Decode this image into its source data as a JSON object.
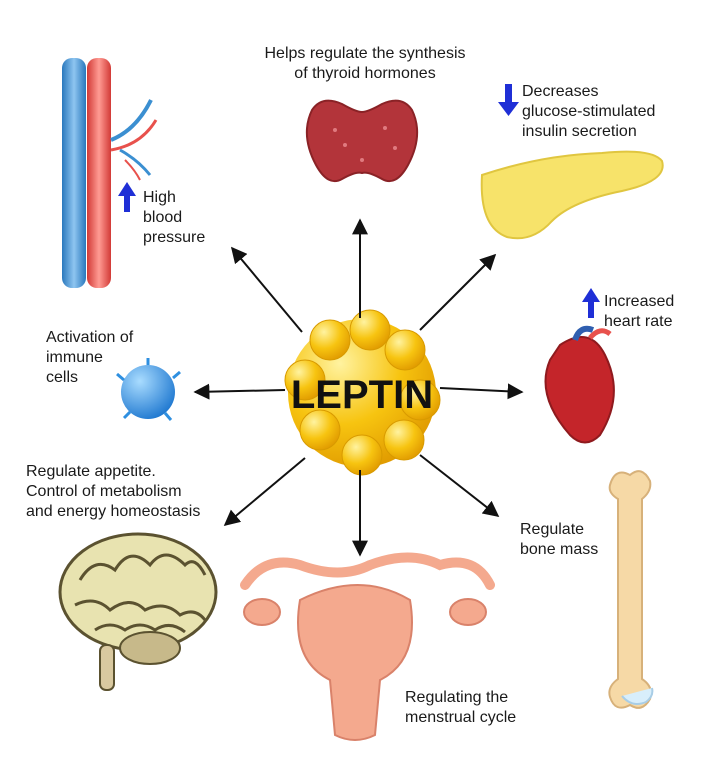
{
  "center": {
    "title": "LEPTIN"
  },
  "effects": [
    {
      "id": "thyroid",
      "text": "Helps regulate the synthesis\nof thyroid hormones",
      "indicator": "none"
    },
    {
      "id": "insulin",
      "text": "Decreases\nglucose-stimulated\ninsulin secretion",
      "indicator": "down"
    },
    {
      "id": "heart",
      "text": "Increased\nheart rate",
      "indicator": "up"
    },
    {
      "id": "bone",
      "text": "Regulate\nbone mass",
      "indicator": "none"
    },
    {
      "id": "menstrual",
      "text": "Regulating the\nmenstrual cycle",
      "indicator": "none"
    },
    {
      "id": "appetite",
      "text": "Regulate appetite.\nControl of metabolism\nand energy homeostasis",
      "indicator": "none"
    },
    {
      "id": "immune",
      "text": "Activation of\nimmune\ncells",
      "indicator": "none"
    },
    {
      "id": "blood-pressure",
      "text": "High\nblood\npressure",
      "indicator": "up"
    }
  ],
  "colors": {
    "arrow": "#111111",
    "indicator": "#1f2fd6",
    "leptin_ball": "#f7c410",
    "vein": "#3b8fd1",
    "artery": "#e8514c",
    "thyroid": "#b3343a",
    "pancreas": "#f7e36a",
    "heart": "#c4252a",
    "bone": "#f6d9a6",
    "brain": "#e8e3b0",
    "uterus": "#f4a98e",
    "immune_cell": "#2e8fe0"
  }
}
